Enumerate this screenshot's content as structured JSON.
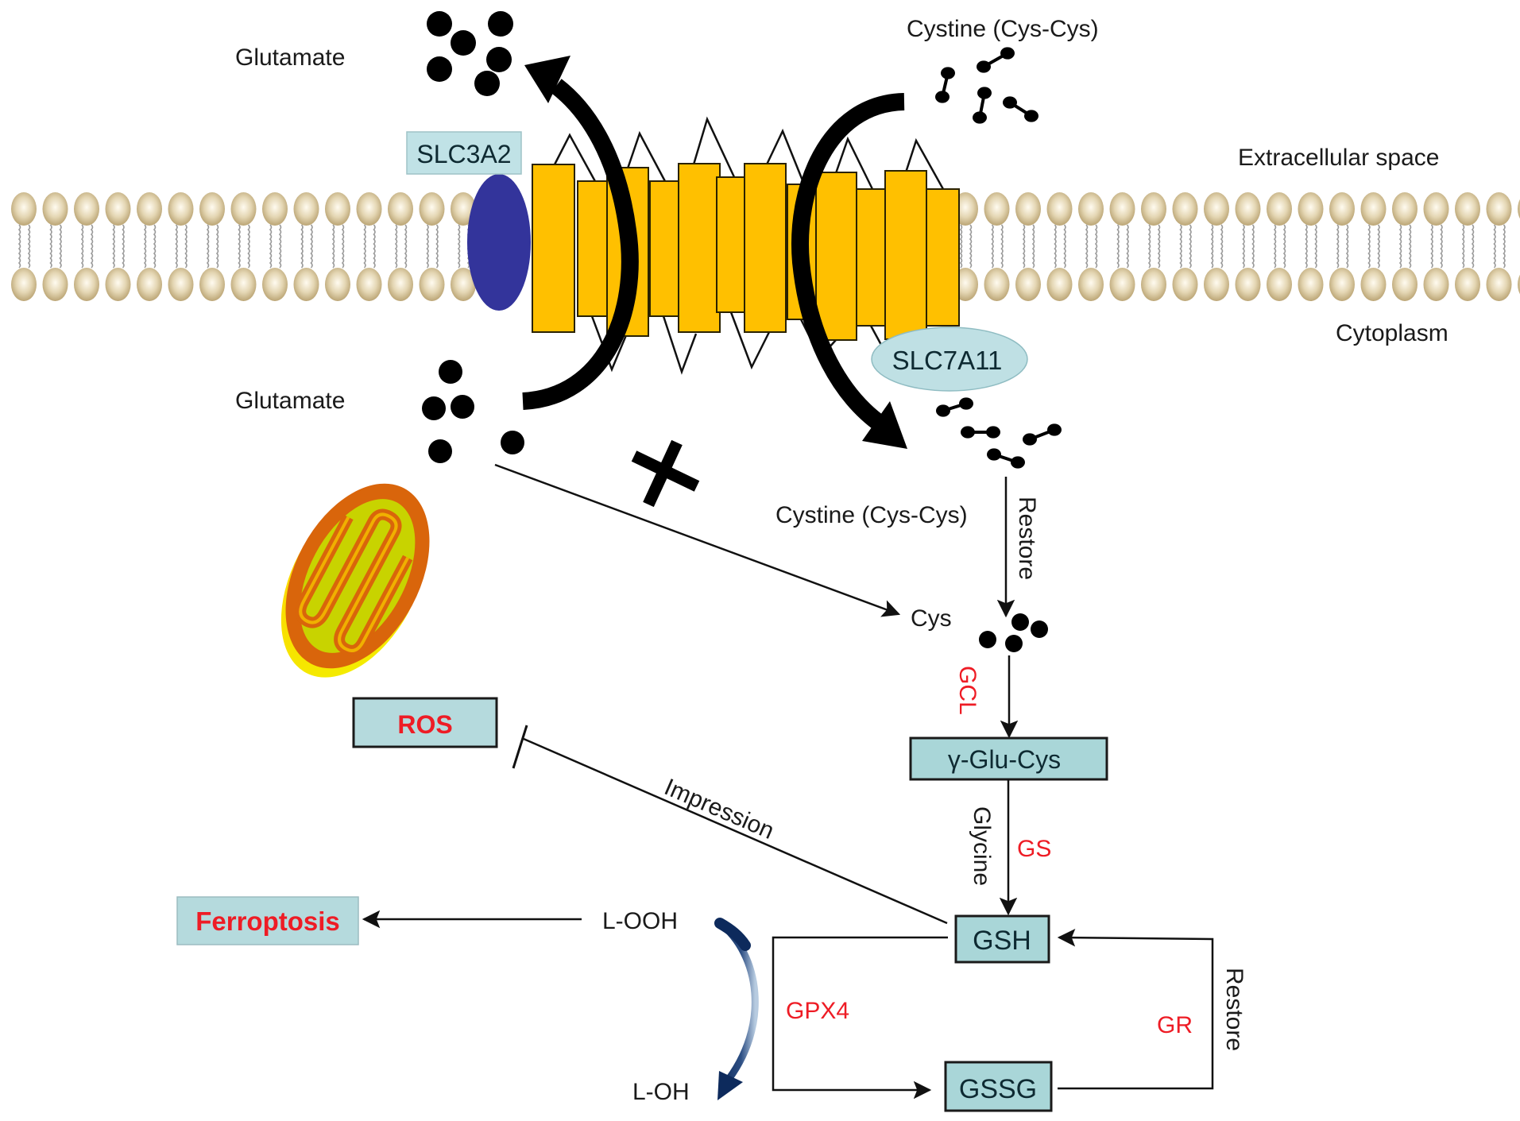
{
  "title": "SLC7A11/GSH/GPX4 ferroptosis pathway",
  "regions": {
    "extracellular": "Extracellular space",
    "cytoplasm": "Cytoplasm"
  },
  "transporter": {
    "slc3a2": "SLC3A2",
    "slc7a11": "SLC7A11"
  },
  "molecules": {
    "glutamate_out": "Glutamate",
    "glutamate_in": "Glutamate",
    "cystine_out": "Cystine (Cys-Cys)",
    "cystine_in": "Cystine (Cys-Cys)",
    "cys": "Cys"
  },
  "nodes": {
    "gamma_glu_cys": "γ-Glu-Cys",
    "gsh": "GSH",
    "gssg": "GSSG",
    "ros": "ROS",
    "ferroptosis": "Ferroptosis",
    "l_ooh": "L-OOH",
    "l_oh": "L-OH"
  },
  "edge_labels": {
    "restore_top": "Restore",
    "gcl": "GCL",
    "glycine": "Glycine",
    "gs": "GS",
    "impression": "Impression",
    "gpx4": "GPX4",
    "gr": "GR",
    "restore_bottom": "Restore"
  },
  "colors": {
    "enzyme_red": "#ee1c25",
    "node_box_fill": "#a9d6d8",
    "label_box_fill": "#c0e2e6",
    "transporter_yellow": "#ffc000",
    "slc3a2_blue": "#33349b",
    "lipid_head": "#c8b27f",
    "mitochondria_orange": "#d9650b",
    "gpx4_arrow_navy": "#0d2a5c"
  }
}
